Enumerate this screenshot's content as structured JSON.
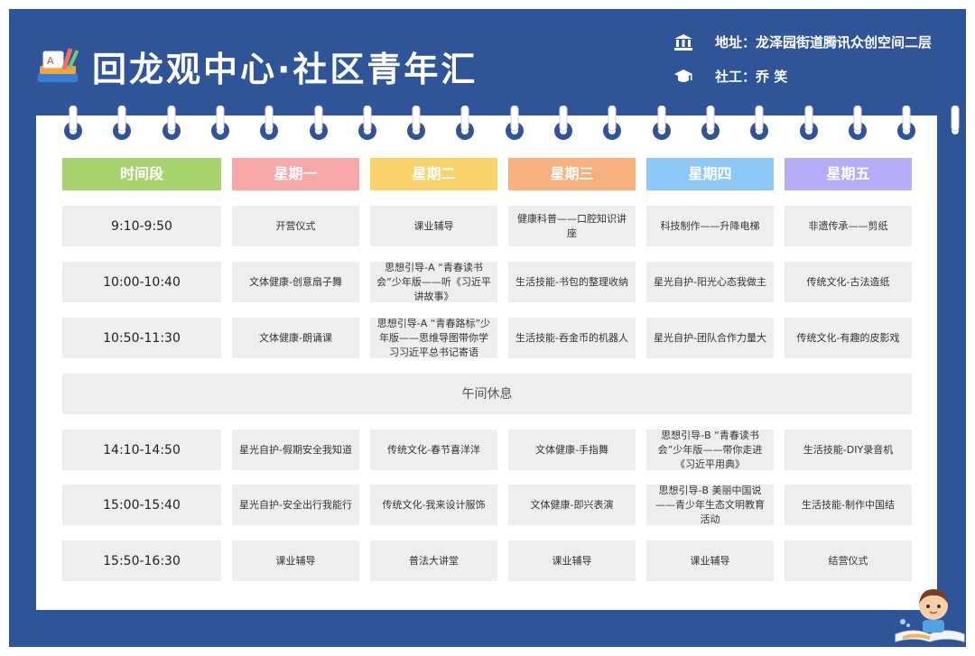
{
  "title": "回龙观中心·社区青年汇",
  "address": "地址：龙泽园街道腾讯众创空间二层",
  "worker": "社工：乔  笑",
  "header_colors": [
    "#a8d46f",
    "#f7a8a6",
    "#fad26b",
    "#f6b07e",
    "#8ec8f7",
    "#b5adf7"
  ],
  "headers": [
    "时间段",
    "星期一",
    "星期二",
    "星期三",
    "星期四",
    "星期五"
  ],
  "lunch_label": "午间休息",
  "rows": [
    {
      "time": "9:10-9:50",
      "cells": [
        "开营仪式",
        "课业辅导",
        "健康科普——口腔知识讲座",
        "科技制作——升降电梯",
        "非遗传承——剪纸"
      ]
    },
    {
      "time": "10:00-10:40",
      "cells": [
        "文体健康-创意扇子舞",
        "思想引导-A “青春读书会”少年版——听《习近平讲故事》",
        "生活技能-书包的整理收纳",
        "星光自护-阳光心态我做主",
        "传统文化-古法造纸"
      ]
    },
    {
      "time": "10:50-11:30",
      "cells": [
        "文体健康-朗诵课",
        "思想引导-A “青春路标”少年版——思维导图带你学习习近平总书记寄语",
        "生活技能-吞金币的机器人",
        "星光自护-团队合作力量大",
        "传统文化-有趣的皮影戏"
      ]
    },
    {
      "time": "14:10-14:50",
      "cells": [
        "星光自护-假期安全我知道",
        "传统文化-春节喜洋洋",
        "文体健康-手指舞",
        "思想引导-B “青春读书会”少年版——带你走进《习近平用典》",
        "生活技能-DIY录音机"
      ]
    },
    {
      "time": "15:00-15:40",
      "cells": [
        "星光自护-安全出行我能行",
        "传统文化-我来设计服饰",
        "文体健康-即兴表演",
        "思想引导-B 美丽中国说——青少年生态文明教育活动",
        "生活技能-制作中国结"
      ]
    },
    {
      "time": "15:50-16:30",
      "cells": [
        "课业辅导",
        "普法大讲堂",
        "课业辅导",
        "课业辅导",
        "结营仪式"
      ]
    }
  ]
}
